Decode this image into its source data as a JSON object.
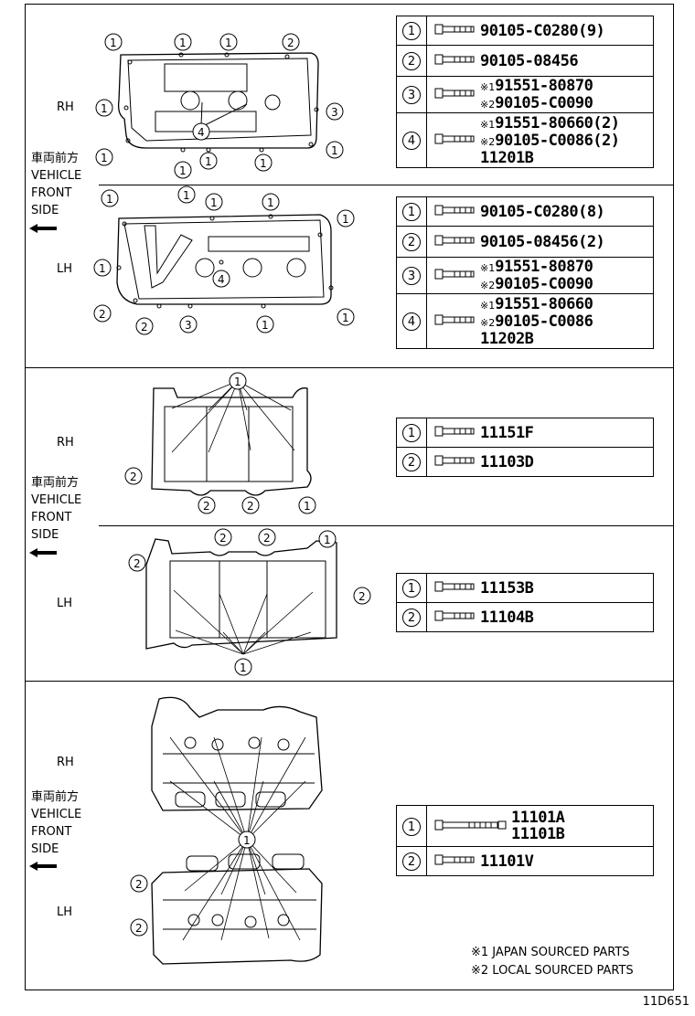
{
  "labels": {
    "rh": "RH",
    "lh": "LH",
    "vehicle_front_jp": "車両前方",
    "vehicle_front_en": [
      "VEHICLE",
      "FRONT",
      "SIDE"
    ]
  },
  "section1": {
    "rh_table": [
      {
        "num": "1",
        "lines": [
          {
            "mark": "",
            "text": "90105-C0280(9)"
          }
        ]
      },
      {
        "num": "2",
        "lines": [
          {
            "mark": "",
            "text": "90105-08456"
          }
        ]
      },
      {
        "num": "3",
        "lines": [
          {
            "mark": "※1",
            "text": "91551-80870"
          },
          {
            "mark": "※2",
            "text": "90105-C0090"
          }
        ]
      },
      {
        "num": "4",
        "lines": [
          {
            "mark": "※1",
            "text": "91551-80660(2)"
          },
          {
            "mark": "※2",
            "text": "90105-C0086(2)"
          },
          {
            "mark": "",
            "text": "11201B"
          }
        ]
      }
    ],
    "lh_table": [
      {
        "num": "1",
        "lines": [
          {
            "mark": "",
            "text": "90105-C0280(8)"
          }
        ]
      },
      {
        "num": "2",
        "lines": [
          {
            "mark": "",
            "text": "90105-08456(2)"
          }
        ]
      },
      {
        "num": "3",
        "lines": [
          {
            "mark": "※1",
            "text": "91551-80870"
          },
          {
            "mark": "※2",
            "text": "90105-C0090"
          }
        ]
      },
      {
        "num": "4",
        "lines": [
          {
            "mark": "※1",
            "text": "91551-80660"
          },
          {
            "mark": "※2",
            "text": "90105-C0086"
          },
          {
            "mark": "",
            "text": "11202B"
          }
        ]
      }
    ]
  },
  "section2": {
    "rh_table": [
      {
        "num": "1",
        "lines": [
          {
            "mark": "",
            "text": "11151F"
          }
        ]
      },
      {
        "num": "2",
        "lines": [
          {
            "mark": "",
            "text": "11103D"
          }
        ]
      }
    ],
    "lh_table": [
      {
        "num": "1",
        "lines": [
          {
            "mark": "",
            "text": "11153B"
          }
        ]
      },
      {
        "num": "2",
        "lines": [
          {
            "mark": "",
            "text": "11104B"
          }
        ]
      }
    ]
  },
  "section3": {
    "table": [
      {
        "num": "1",
        "lines": [
          {
            "mark": "",
            "text": "11101A"
          },
          {
            "mark": "",
            "text": "11101B"
          }
        ]
      },
      {
        "num": "2",
        "lines": [
          {
            "mark": "",
            "text": "11101V"
          }
        ]
      }
    ]
  },
  "footnotes": [
    "※1 JAPAN SOURCED PARTS",
    "※2 LOCAL SOURCED PARTS"
  ],
  "diagram_code": "11D651",
  "callouts": [
    "1",
    "2",
    "3",
    "4"
  ]
}
